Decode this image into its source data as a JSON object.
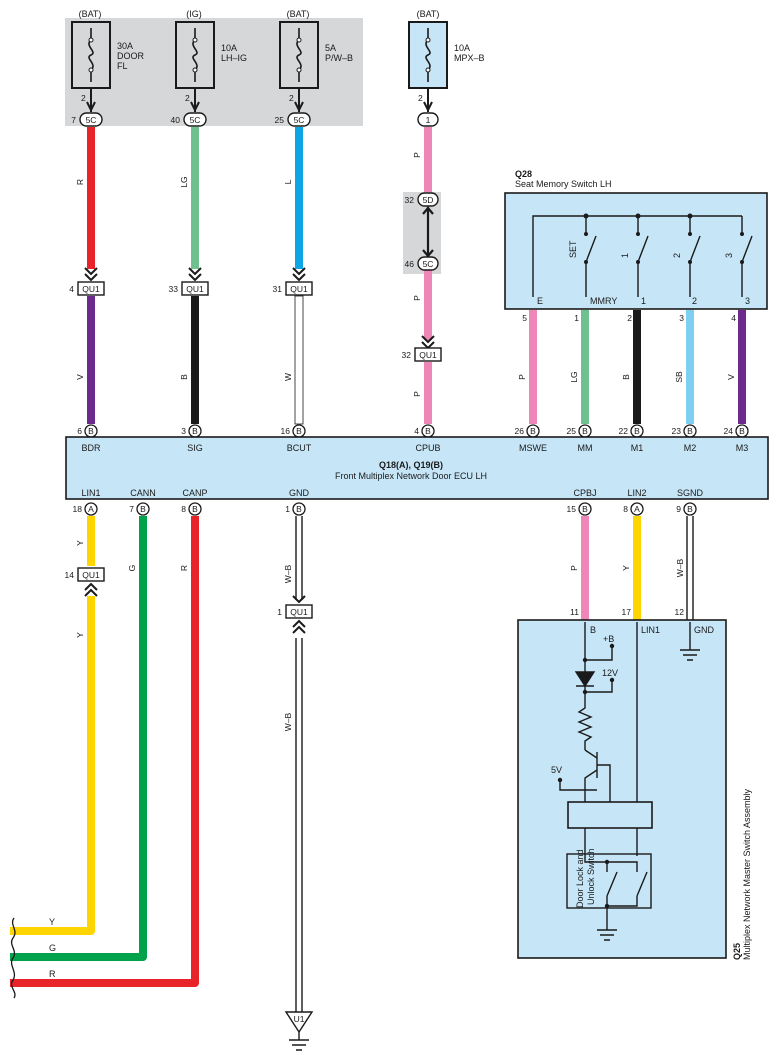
{
  "colors": {
    "R": "#e8232a",
    "LG": "#6ec18e",
    "L": "#0ea5e6",
    "P": "#ee86b8",
    "V": "#6b2a8c",
    "B": "#1a1a1a",
    "W": "#ffffff",
    "SB": "#7fd0f0",
    "Y": "#ffd500",
    "G": "#00a24b",
    "W-B": "#ffffff",
    "box_fill": "#c6e6f7",
    "junction_fill": "#d6d7d9"
  },
  "fuses": [
    {
      "supply": "(BAT)",
      "rating": "30A",
      "name1": "DOOR",
      "name2": "FL",
      "pin": "2",
      "conn": "5C",
      "conn_pin": "7"
    },
    {
      "supply": "(IG)",
      "rating": "10A",
      "name1": "LH–IG",
      "name2": "",
      "pin": "2",
      "conn": "5C",
      "conn_pin": "40"
    },
    {
      "supply": "(BAT)",
      "rating": "5A",
      "name1": "P/W–B",
      "name2": "",
      "pin": "2",
      "conn": "5C",
      "conn_pin": "25"
    },
    {
      "supply": "(BAT)",
      "rating": "10A",
      "name1": "MPX–B",
      "name2": "",
      "pin": "2",
      "conn": "1",
      "conn_pin": ""
    }
  ],
  "upper_wires": [
    {
      "code": "R",
      "color": "R"
    },
    {
      "code": "LG",
      "color": "LG"
    },
    {
      "code": "L",
      "color": "L"
    },
    {
      "code": "P",
      "color": "P"
    }
  ],
  "junction_5d": {
    "top_pin": "32",
    "top_conn": "5D",
    "bot_pin": "46",
    "bot_conn": "5C"
  },
  "qu1_upper": [
    {
      "pin": "4",
      "label": "QU1"
    },
    {
      "pin": "33",
      "label": "QU1"
    },
    {
      "pin": "31",
      "label": "QU1"
    },
    {
      "pin": "32",
      "label": "QU1"
    }
  ],
  "mid_wires": [
    {
      "code": "V",
      "color": "V"
    },
    {
      "code": "B",
      "color": "B"
    },
    {
      "code": "W",
      "color": "W"
    },
    {
      "code": "P",
      "color": "P"
    },
    {
      "code": "P",
      "color": "P"
    },
    {
      "code": "LG",
      "color": "LG"
    },
    {
      "code": "B",
      "color": "B"
    },
    {
      "code": "SB",
      "color": "SB"
    },
    {
      "code": "V",
      "color": "V"
    }
  ],
  "q28": {
    "code": "Q28",
    "name": "Seat Memory Switch LH",
    "terminals": [
      "E",
      "MMRY",
      "1",
      "2",
      "3"
    ],
    "switch_labels": [
      "SET",
      "1",
      "2",
      "3"
    ],
    "pins": [
      "5",
      "1",
      "2",
      "3",
      "4"
    ]
  },
  "ecu": {
    "title": "Q18(A), Q19(B)",
    "name": "Front Multiplex Network Door ECU LH",
    "top_terms": [
      {
        "pin": "6",
        "conn": "B",
        "name": "BDR"
      },
      {
        "pin": "3",
        "conn": "B",
        "name": "SIG"
      },
      {
        "pin": "16",
        "conn": "B",
        "name": "BCUT"
      },
      {
        "pin": "4",
        "conn": "B",
        "name": "CPUB"
      },
      {
        "pin": "26",
        "conn": "B",
        "name": "MSWE"
      },
      {
        "pin": "25",
        "conn": "B",
        "name": "MM"
      },
      {
        "pin": "22",
        "conn": "B",
        "name": "M1"
      },
      {
        "pin": "23",
        "conn": "B",
        "name": "M2"
      },
      {
        "pin": "24",
        "conn": "B",
        "name": "M3"
      }
    ],
    "bottom_terms": [
      {
        "pin": "18",
        "conn": "A",
        "name": "LIN1"
      },
      {
        "pin": "7",
        "conn": "B",
        "name": "CANN"
      },
      {
        "pin": "8",
        "conn": "B",
        "name": "CANP"
      },
      {
        "pin": "1",
        "conn": "B",
        "name": "GND"
      },
      {
        "pin": "15",
        "conn": "B",
        "name": "CPBJ"
      },
      {
        "pin": "8",
        "conn": "A",
        "name": "LIN2"
      },
      {
        "pin": "9",
        "conn": "B",
        "name": "SGND"
      }
    ]
  },
  "lower_wires": [
    {
      "code": "Y",
      "color": "Y"
    },
    {
      "code": "G",
      "color": "G"
    },
    {
      "code": "R",
      "color": "R"
    },
    {
      "code": "W–B",
      "color": "W-B"
    },
    {
      "code": "P",
      "color": "P"
    },
    {
      "code": "Y",
      "color": "Y"
    },
    {
      "code": "W–B",
      "color": "W-B"
    }
  ],
  "qu1_lower": [
    {
      "pin": "14",
      "label": "QU1",
      "wire_below": "Y"
    },
    {
      "pin": "1",
      "label": "QU1",
      "wire_below": "W–B"
    }
  ],
  "exit_wires": [
    {
      "code": "Y",
      "color": "Y"
    },
    {
      "code": "G",
      "color": "G"
    },
    {
      "code": "R",
      "color": "R"
    }
  ],
  "ground_point": "U1",
  "q25": {
    "code": "Q25",
    "name": "Multiplex Network Master Switch Assembly",
    "pins": [
      "11",
      "17",
      "12"
    ],
    "terminals": [
      "B",
      "LIN1",
      "GND"
    ],
    "plus_b": "+B",
    "v12": "12V",
    "v5": "5V",
    "switch_label1": "Door Lock and",
    "switch_label2": "Unlock Switch"
  }
}
